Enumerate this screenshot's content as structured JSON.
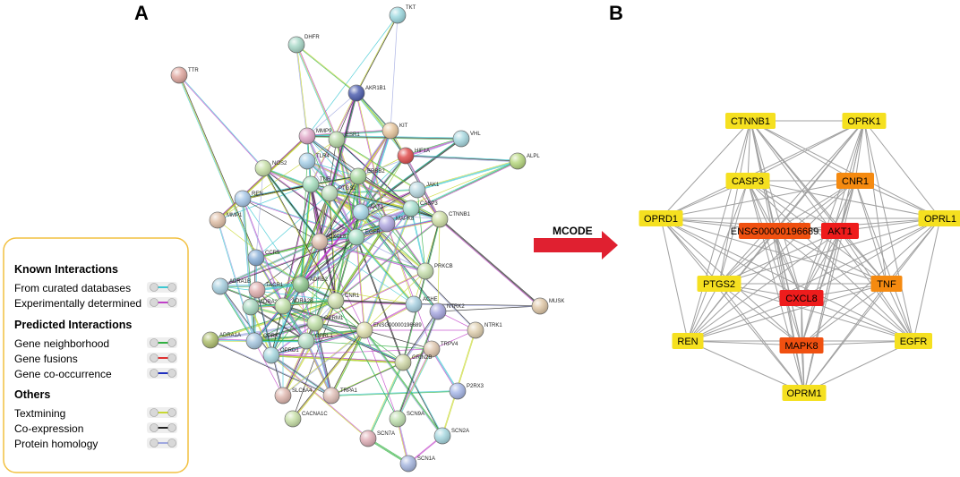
{
  "panels": {
    "a": "A",
    "b": "B"
  },
  "arrow_label": "MCODE",
  "legend": {
    "sections": [
      {
        "title": "Known Interactions",
        "items": [
          {
            "label": "From curated databases",
            "color": "#3cc8d2"
          },
          {
            "label": "Experimentally determined",
            "color": "#c040c8"
          }
        ]
      },
      {
        "title": "Predicted Interactions",
        "items": [
          {
            "label": "Gene neighborhood",
            "color": "#30b040"
          },
          {
            "label": "Gene fusions",
            "color": "#e03030"
          },
          {
            "label": "Gene co-occurrence",
            "color": "#2030c0"
          }
        ]
      },
      {
        "title": "Others",
        "items": [
          {
            "label": "Textmining",
            "color": "#c8d830"
          },
          {
            "label": "Co-expression",
            "color": "#222222"
          },
          {
            "label": "Protein homology",
            "color": "#a0a8e0"
          }
        ]
      }
    ]
  },
  "ppi_nodes": [
    {
      "id": "TKT",
      "color": "#9ed9e0"
    },
    {
      "id": "DHFR",
      "color": "#a8d8c8"
    },
    {
      "id": "TTR",
      "color": "#e0a8a0"
    },
    {
      "id": "AKR1B1",
      "color": "#5060b0"
    },
    {
      "id": "KIT",
      "color": "#e8c8a0"
    },
    {
      "id": "VHL",
      "color": "#a8d8e0"
    },
    {
      "id": "MMP9",
      "color": "#e0a8c8"
    },
    {
      "id": "ESR1",
      "color": "#b8d8a8"
    },
    {
      "id": "HIF1A",
      "color": "#e05050"
    },
    {
      "id": "ALPL",
      "color": "#b8d880"
    },
    {
      "id": "NOS2",
      "color": "#c8e0a8"
    },
    {
      "id": "TLR4",
      "color": "#a8d0e8"
    },
    {
      "id": "TNF",
      "color": "#a8e0c0"
    },
    {
      "id": "ERBB2",
      "color": "#a8d8a0"
    },
    {
      "id": "JAK1",
      "color": "#b8d8e0"
    },
    {
      "id": "REN",
      "color": "#a8c8e8"
    },
    {
      "id": "PTGS2",
      "color": "#c0e0c0"
    },
    {
      "id": "MMP1",
      "color": "#e0c0a8"
    },
    {
      "id": "AKT1",
      "color": "#a8d8e8"
    },
    {
      "id": "CASP3",
      "color": "#a8e0d0"
    },
    {
      "id": "MAPK8",
      "color": "#b0a8e0"
    },
    {
      "id": "CTNNB1",
      "color": "#d0e0a8"
    },
    {
      "id": "EGFR",
      "color": "#a8e0c8"
    },
    {
      "id": "CCR5",
      "color": "#8ab0d8"
    },
    {
      "id": "CXCL8",
      "color": "#e0c0b0"
    },
    {
      "id": "PRKCB",
      "color": "#c8e0b0"
    },
    {
      "id": "ADRB2",
      "color": "#90c890"
    },
    {
      "id": "ADRA1B",
      "color": "#a8d0e0"
    },
    {
      "id": "TACR1",
      "color": "#e0b0b0"
    },
    {
      "id": "ADRA2C",
      "color": "#a8d8c0"
    },
    {
      "id": "ADRA2B",
      "color": "#c0e0a8"
    },
    {
      "id": "CNR1",
      "color": "#d0e0b0"
    },
    {
      "id": "ACHE",
      "color": "#a8d0e0"
    },
    {
      "id": "NTRK2",
      "color": "#a8a8e0"
    },
    {
      "id": "MUSK",
      "color": "#e0c8a8"
    },
    {
      "id": "OPRM1",
      "color": "#c0e0a8"
    },
    {
      "id": "ENSG00000196689",
      "color": "#e0e0b0"
    },
    {
      "id": "NTRK1",
      "color": "#e0d0b0"
    },
    {
      "id": "ADRA1A",
      "color": "#b0c070"
    },
    {
      "id": "OPRK1",
      "color": "#a8c8e0"
    },
    {
      "id": "OPRD1",
      "color": "#a8d8e0"
    },
    {
      "id": "OPRL1",
      "color": "#b8e0c8"
    },
    {
      "id": "TRPV4",
      "color": "#e0c8b0"
    },
    {
      "id": "GRIN2B",
      "color": "#d0d8a8"
    },
    {
      "id": "P2RX3",
      "color": "#a8b8e8"
    },
    {
      "id": "SLC6A4",
      "color": "#e0b8b0"
    },
    {
      "id": "TRPA1",
      "color": "#e0c0b8"
    },
    {
      "id": "CACNA1C",
      "color": "#c8e0a8"
    },
    {
      "id": "SCN9A",
      "color": "#c0e0b0"
    },
    {
      "id": "SCN2A",
      "color": "#a8d8e0"
    },
    {
      "id": "SCN7A",
      "color": "#e0b0b8"
    },
    {
      "id": "SCN1A",
      "color": "#a8b8e0"
    }
  ],
  "mcode_nodes": [
    {
      "id": "CTNNB1",
      "color": "#f5e020"
    },
    {
      "id": "OPRK1",
      "color": "#f5e020"
    },
    {
      "id": "CASP3",
      "color": "#f5e020"
    },
    {
      "id": "CNR1",
      "color": "#f58a10"
    },
    {
      "id": "OPRD1",
      "color": "#f5e020"
    },
    {
      "id": "ENSG00000196689",
      "color": "#f05010"
    },
    {
      "id": "AKT1",
      "color": "#ee1c1c"
    },
    {
      "id": "OPRL1",
      "color": "#f5e020"
    },
    {
      "id": "PTGS2",
      "color": "#f5e020"
    },
    {
      "id": "TNF",
      "color": "#f58a10"
    },
    {
      "id": "CXCL8",
      "color": "#ee1c1c"
    },
    {
      "id": "REN",
      "color": "#f5e020"
    },
    {
      "id": "MAPK8",
      "color": "#f05010"
    },
    {
      "id": "EGFR",
      "color": "#f5e020"
    },
    {
      "id": "OPRM1",
      "color": "#f5e020"
    }
  ]
}
